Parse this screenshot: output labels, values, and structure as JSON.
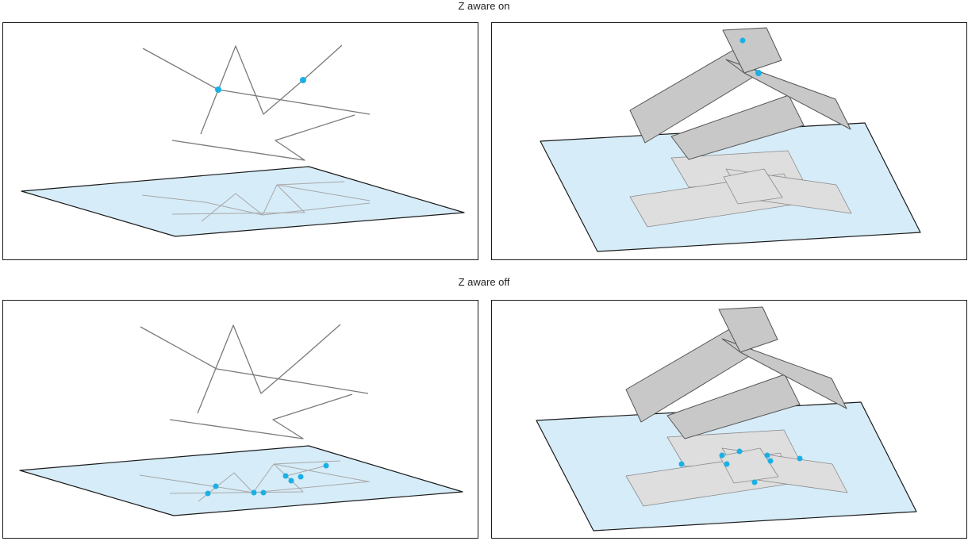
{
  "sections": [
    {
      "title": "Z aware on"
    },
    {
      "title": "Z aware off"
    }
  ],
  "colors": {
    "plane_fill": "#d6ecf8",
    "plane_stroke": "#1a1a1a",
    "line": "#7a7a7a",
    "projected_line": "#a8a8a8",
    "polygon_fill": "#c8c8c8",
    "polygon_stroke": "#555555",
    "projected_polygon_fill": "#dedede",
    "projected_polygon_stroke": "#8a8a8a",
    "intersection_point": "#1ab0e6"
  },
  "panels": [
    {
      "id": "lines-z-aware-on",
      "geometry": "lines",
      "z_aware": true,
      "intersection_points_shown": 2
    },
    {
      "id": "polygons-z-aware-on",
      "geometry": "polygons",
      "z_aware": true,
      "intersection_points_shown": 2
    },
    {
      "id": "lines-z-aware-off",
      "geometry": "lines",
      "z_aware": false,
      "intersection_points_shown": 8
    },
    {
      "id": "polygons-z-aware-off",
      "geometry": "polygons",
      "z_aware": false,
      "intersection_points_shown": 9
    }
  ]
}
